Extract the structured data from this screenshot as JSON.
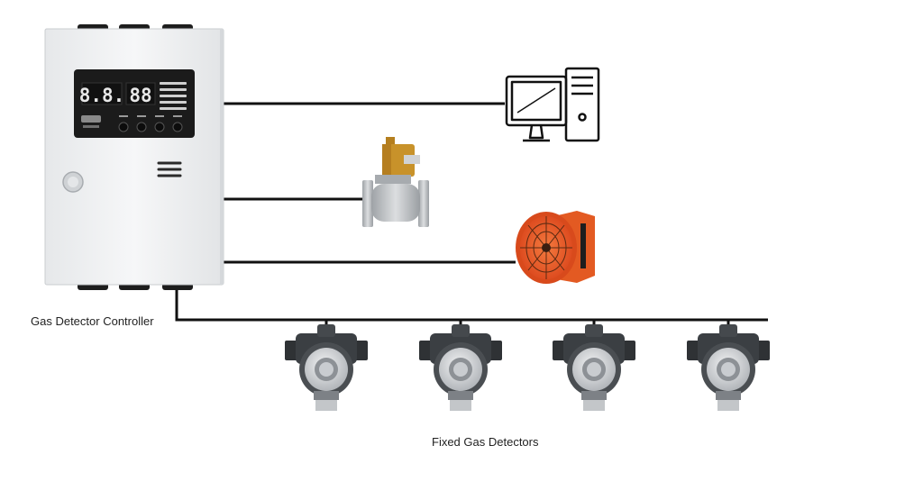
{
  "labels": {
    "controller": "Gas Detector Controller",
    "detectors": "Fixed Gas Detectors"
  },
  "panel": {
    "display_left": "8.8.",
    "display_right": "88"
  },
  "components": {
    "controller": "gas-detector-controller",
    "computer": "desktop-computer-icon",
    "valve": "solenoid-valve-icon",
    "fan": "axial-fan-icon",
    "detector": "fixed-gas-detector-icon",
    "detector_count": 4
  },
  "colors": {
    "wire": "#111111",
    "controller_body": "#eef0f2",
    "display_bg": "#1b1b1b",
    "display_digits": "#e8e8e8",
    "fan_housing": "#e8501f",
    "valve_coil": "#c8922a",
    "valve_body": "#b9bcc0",
    "detector_body": "#3a3d40",
    "detector_face": "#d7dadd"
  }
}
